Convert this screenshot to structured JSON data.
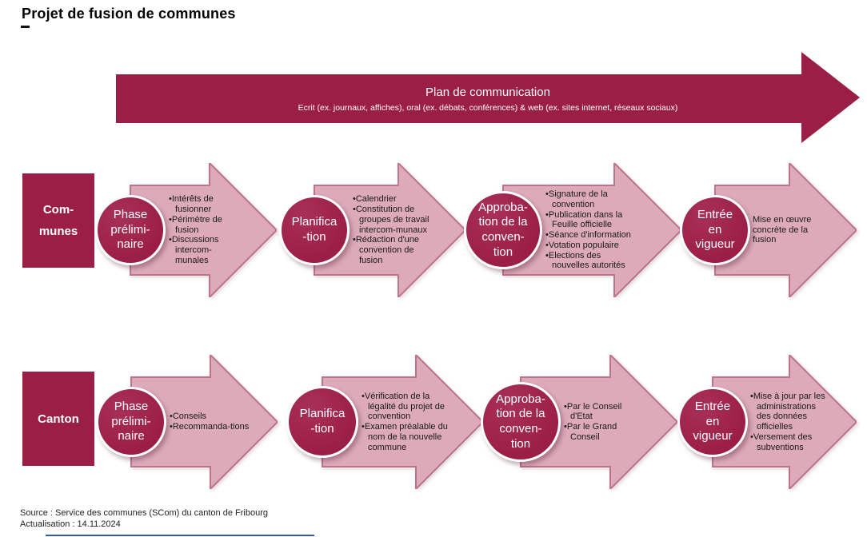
{
  "title": "Projet de fusion de communes",
  "banner": {
    "title": "Plan de communication",
    "subtitle": "Ecrit (ex. journaux, affiches), oral (ex. débats, conférences) & web (ex. sites internet, réseaux sociaux)"
  },
  "colors": {
    "dark_red": "#9B1E45",
    "arrow_fill": "#DCAAB9",
    "arrow_border": "#BF7289",
    "footer_line_blue": "#3558A8"
  },
  "rows": [
    {
      "label": "Com-\nmunes",
      "steps": [
        {
          "title": "Phase\nprélimi-\nnaire",
          "bullets": [
            "Intérêts de fusionner",
            "Périmètre de fusion",
            "Discussions intercom-munales"
          ]
        },
        {
          "title": "Planifica\n-tion",
          "bullets": [
            "Calendrier",
            "Constitution de groupes de travail intercom-munaux",
            "Rédaction d'une convention de fusion"
          ]
        },
        {
          "title": "Approba-\ntion de la\nconven-\ntion",
          "bullets": [
            "Signature de la convention",
            "Publication dans la Feuille officielle",
            "Séance d'information",
            "Votation populaire",
            "Elections des nouvelles autorités"
          ]
        },
        {
          "title": "Entrée\nen\nvigueur",
          "note": "Mise en œuvre concrète de la fusion",
          "bullets": []
        }
      ]
    },
    {
      "label": "Canton",
      "steps": [
        {
          "title": "Phase\nprélimi-\nnaire",
          "bullets": [
            "Conseils",
            "Recommanda-tions"
          ]
        },
        {
          "title": "Planifica\n-tion",
          "bullets": [
            "Vérification de la légalité du projet de convention",
            "Examen préalable du nom de la nouvelle commune"
          ]
        },
        {
          "title": "Approba-\ntion de la\nconven-\ntion",
          "bullets": [
            "Par le Conseil d'Etat",
            "Par le Grand Conseil"
          ]
        },
        {
          "title": "Entrée\nen\nvigueur",
          "bullets": [
            "Mise à jour par les administrations des données officielles",
            "Versement des subventions"
          ]
        }
      ]
    }
  ],
  "footer": {
    "source": "Source : Service des communes (SCom) du canton de Fribourg",
    "updated": "Actualisation : 14.11.2024"
  }
}
